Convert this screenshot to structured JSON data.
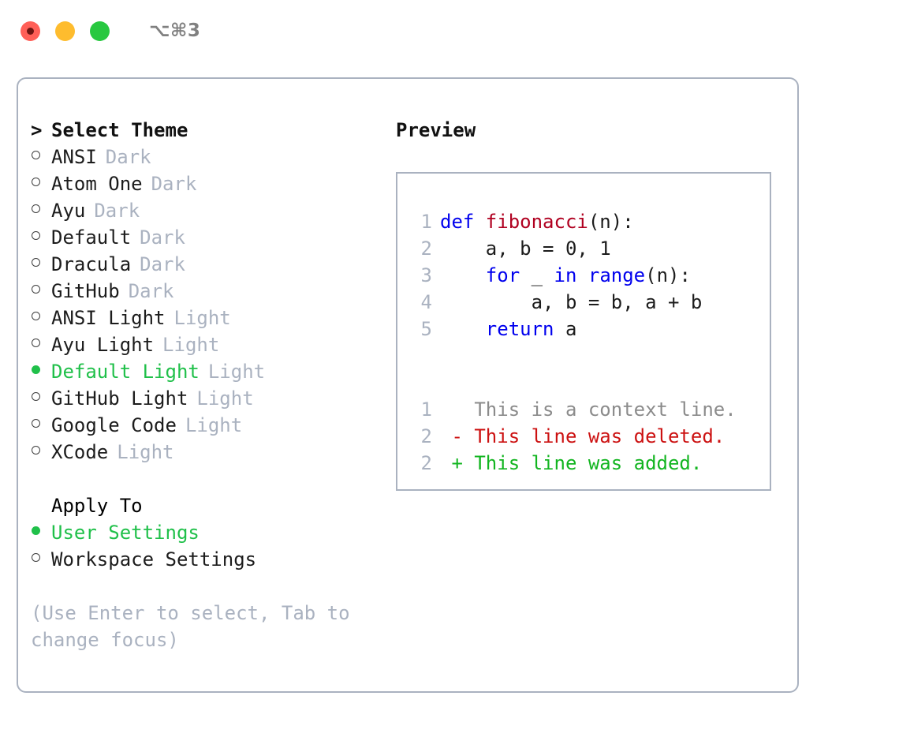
{
  "window": {
    "shortcut": "⌥⌘3",
    "traffic_lights": [
      {
        "name": "close",
        "color": "#ff5f57"
      },
      {
        "name": "minimize",
        "color": "#febc2e"
      },
      {
        "name": "zoom",
        "color": "#28c840"
      }
    ]
  },
  "theme_picker": {
    "header_marker": ">",
    "header": "Select Theme",
    "items": [
      {
        "marker": "○",
        "name": "ANSI",
        "kind": "Dark",
        "selected": false
      },
      {
        "marker": "○",
        "name": "Atom One",
        "kind": "Dark",
        "selected": false
      },
      {
        "marker": "○",
        "name": "Ayu",
        "kind": "Dark",
        "selected": false
      },
      {
        "marker": "○",
        "name": "Default",
        "kind": "Dark",
        "selected": false
      },
      {
        "marker": "○",
        "name": "Dracula",
        "kind": "Dark",
        "selected": false
      },
      {
        "marker": "○",
        "name": "GitHub",
        "kind": "Dark",
        "selected": false
      },
      {
        "marker": "○",
        "name": "ANSI Light",
        "kind": "Light",
        "selected": false
      },
      {
        "marker": "○",
        "name": "Ayu Light",
        "kind": "Light",
        "selected": false
      },
      {
        "marker": "●",
        "name": "Default Light",
        "kind": "Light",
        "selected": true
      },
      {
        "marker": "○",
        "name": "GitHub Light",
        "kind": "Light",
        "selected": false
      },
      {
        "marker": "○",
        "name": "Google Code",
        "kind": "Light",
        "selected": false
      },
      {
        "marker": "○",
        "name": "XCode",
        "kind": "Light",
        "selected": false
      }
    ]
  },
  "apply_to": {
    "header": "Apply To",
    "items": [
      {
        "marker": "●",
        "name": "User Settings",
        "selected": true
      },
      {
        "marker": "○",
        "name": "Workspace Settings",
        "selected": false
      }
    ]
  },
  "hint": "(Use Enter to select, Tab to change focus)",
  "preview": {
    "title": "Preview",
    "code_lines": [
      {
        "no": "1",
        "segments": [
          {
            "t": "def ",
            "c": "kw"
          },
          {
            "t": "fibonacci",
            "c": "fn"
          },
          {
            "t": "(n):",
            "c": "txt"
          }
        ]
      },
      {
        "no": "2",
        "segments": [
          {
            "t": "    a, b = 0, 1",
            "c": "txt"
          }
        ]
      },
      {
        "no": "3",
        "segments": [
          {
            "t": "    ",
            "c": "txt"
          },
          {
            "t": "for",
            "c": "kw"
          },
          {
            "t": " _ ",
            "c": "txt"
          },
          {
            "t": "in",
            "c": "kw"
          },
          {
            "t": " ",
            "c": "txt"
          },
          {
            "t": "range",
            "c": "kw"
          },
          {
            "t": "(n):",
            "c": "txt"
          }
        ]
      },
      {
        "no": "4",
        "segments": [
          {
            "t": "        a, b = b, a + b",
            "c": "txt"
          }
        ]
      },
      {
        "no": "5",
        "segments": [
          {
            "t": "    ",
            "c": "txt"
          },
          {
            "t": "return",
            "c": "kw"
          },
          {
            "t": " a",
            "c": "txt"
          }
        ]
      }
    ],
    "diff_lines": [
      {
        "no": "1",
        "text": "   This is a context line.",
        "c": "ctx"
      },
      {
        "no": "2",
        "text": " - This line was deleted.",
        "c": "del"
      },
      {
        "no": "2",
        "text": " + This line was added.",
        "c": "add"
      }
    ]
  },
  "colors": {
    "selected_green": "#20c04a",
    "muted_gray": "#aab2c0",
    "keyword_blue": "#0000ee",
    "function_red": "#b00020",
    "diff_add": "#12b520",
    "diff_del": "#cc1111",
    "border": "#aab2c0"
  }
}
